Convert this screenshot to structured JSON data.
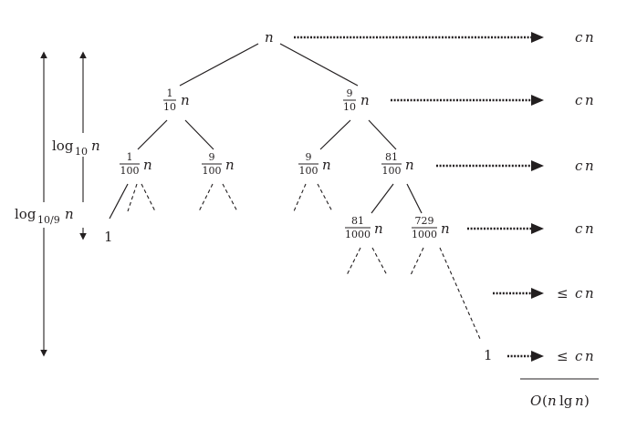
{
  "tree": {
    "root": {
      "coef": "",
      "var": "n"
    },
    "level1": [
      {
        "num": "1",
        "den": "10",
        "var": "n"
      },
      {
        "num": "9",
        "den": "10",
        "var": "n"
      }
    ],
    "level2": [
      {
        "num": "1",
        "den": "100",
        "var": "n"
      },
      {
        "num": "9",
        "den": "100",
        "var": "n"
      },
      {
        "num": "9",
        "den": "100",
        "var": "n"
      },
      {
        "num": "81",
        "den": "100",
        "var": "n"
      }
    ],
    "level3": [
      {
        "num": "81",
        "den": "1000",
        "var": "n"
      },
      {
        "num": "729",
        "den": "1000",
        "var": "n"
      }
    ],
    "leaf_left": "1",
    "leaf_right": "1"
  },
  "costs": {
    "row1": {
      "c": "c",
      "n": "n"
    },
    "row2": {
      "c": "c",
      "n": "n"
    },
    "row3": {
      "c": "c",
      "n": "n"
    },
    "row4": {
      "c": "c",
      "n": "n"
    },
    "row5": {
      "leq": "≤",
      "c": "c",
      "n": "n"
    },
    "row6": {
      "leq": "≤",
      "c": "c",
      "n": "n"
    }
  },
  "total": {
    "O": "O",
    "open": "(",
    "n": "n",
    "lg": "lg",
    "n2": "n",
    "close": ")"
  },
  "heights": {
    "short": {
      "log": "log",
      "base": "10",
      "var": "n"
    },
    "long": {
      "log": "log",
      "base": "10/9",
      "var": "n"
    }
  },
  "colors": {
    "ink": "#231f20"
  }
}
